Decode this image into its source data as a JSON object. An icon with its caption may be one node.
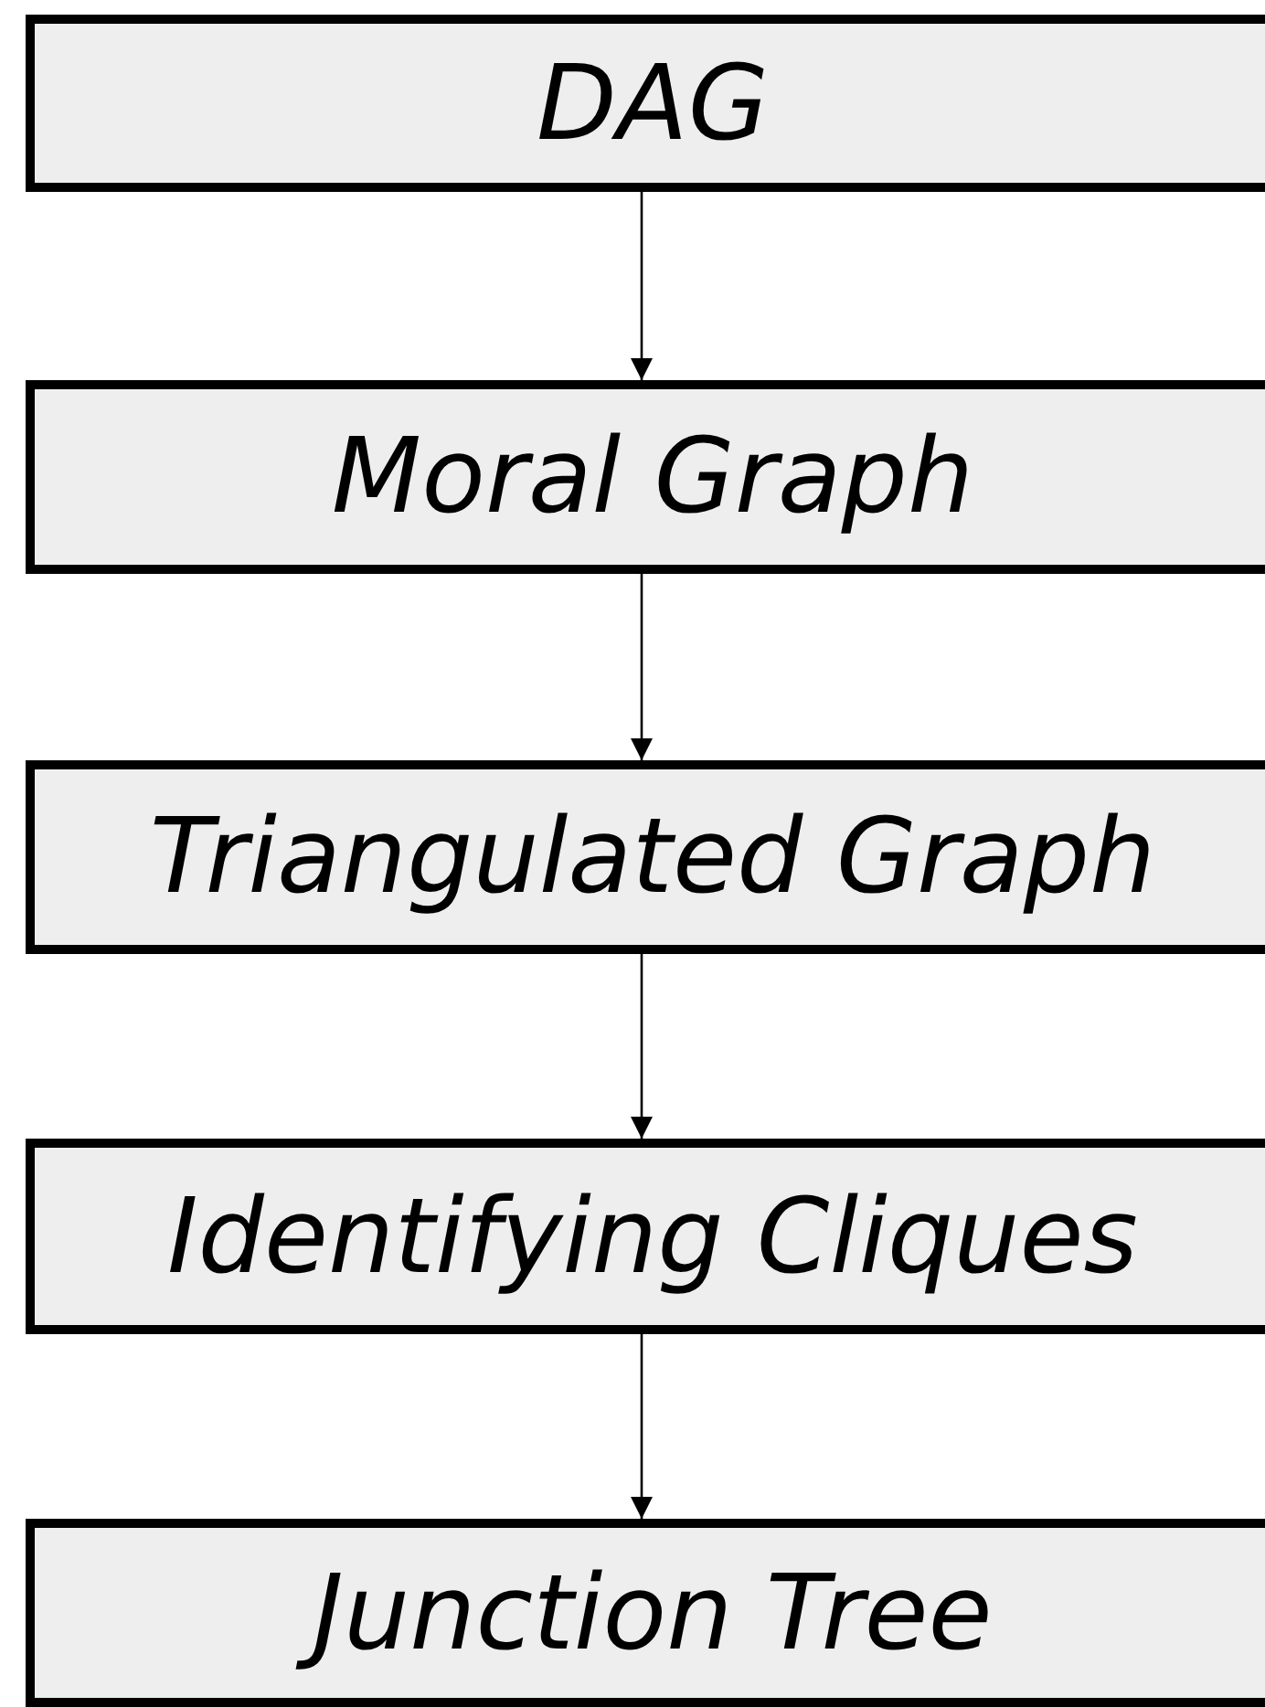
{
  "diagram": {
    "nodes": [
      {
        "text": [
          "DAG"
        ]
      },
      {
        "text": [
          "Moral Graph"
        ]
      },
      {
        "text": [
          "Triangulated Graph"
        ]
      },
      {
        "text": [
          "Identifying Cliques"
        ]
      },
      {
        "text": [
          "Junction Tree"
        ]
      }
    ],
    "edges": [
      {
        "from": 0,
        "to": 1,
        "arrow": "to"
      },
      {
        "from": 1,
        "to": 2,
        "arrow": "to"
      },
      {
        "from": 2,
        "to": 3,
        "arrow": "to"
      },
      {
        "from": 3,
        "to": 4,
        "arrow": "to"
      }
    ]
  }
}
